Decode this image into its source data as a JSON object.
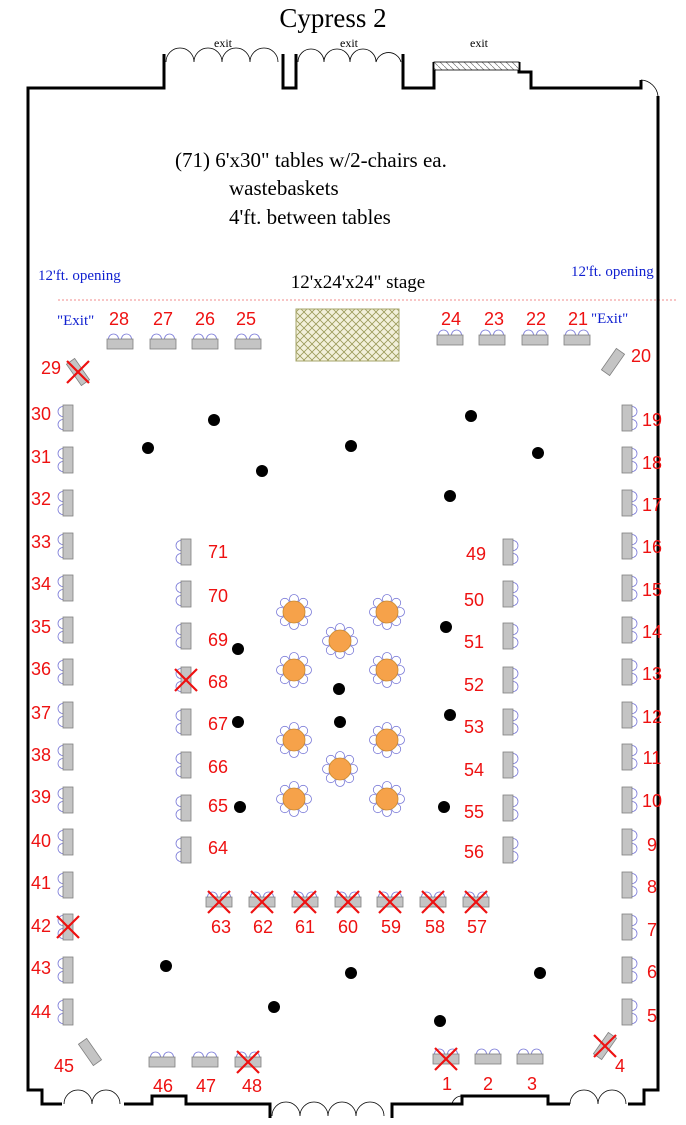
{
  "title": "Cypress 2",
  "notes": {
    "line1": "(71) 6'x30\" tables w/2-chairs ea.",
    "line2": "wastebaskets",
    "line3": "4'ft. between tables"
  },
  "stage_label": "12'x24'x24\" stage",
  "openings": {
    "left_label": "12'ft. opening",
    "right_label": "12'ft. opening",
    "left_exit": "\"Exit\"",
    "right_exit": "\"Exit\""
  },
  "exit_labels": [
    "exit",
    "exit",
    "exit"
  ],
  "colors": {
    "numbers": "#ee1111",
    "opening_text": "#1020d0",
    "table": "#c4c4c4",
    "round_table": "#f6a24a",
    "chair_outline": "#7a7ad8"
  },
  "tables": [
    {
      "n": "1",
      "removed": true
    },
    {
      "n": "2",
      "removed": false
    },
    {
      "n": "3",
      "removed": false
    },
    {
      "n": "4",
      "removed": true
    },
    {
      "n": "5",
      "removed": false
    },
    {
      "n": "6",
      "removed": false
    },
    {
      "n": "7",
      "removed": false
    },
    {
      "n": "8",
      "removed": false
    },
    {
      "n": "9",
      "removed": false
    },
    {
      "n": "10",
      "removed": false
    },
    {
      "n": "11",
      "removed": false
    },
    {
      "n": "12",
      "removed": false
    },
    {
      "n": "13",
      "removed": false
    },
    {
      "n": "14",
      "removed": false
    },
    {
      "n": "15",
      "removed": false
    },
    {
      "n": "16",
      "removed": false
    },
    {
      "n": "17",
      "removed": false
    },
    {
      "n": "18",
      "removed": false
    },
    {
      "n": "19",
      "removed": false
    },
    {
      "n": "20",
      "removed": false
    },
    {
      "n": "21",
      "removed": false
    },
    {
      "n": "22",
      "removed": false
    },
    {
      "n": "23",
      "removed": false
    },
    {
      "n": "24",
      "removed": false
    },
    {
      "n": "25",
      "removed": false
    },
    {
      "n": "26",
      "removed": false
    },
    {
      "n": "27",
      "removed": false
    },
    {
      "n": "28",
      "removed": false
    },
    {
      "n": "29",
      "removed": true
    },
    {
      "n": "30",
      "removed": false
    },
    {
      "n": "31",
      "removed": false
    },
    {
      "n": "32",
      "removed": false
    },
    {
      "n": "33",
      "removed": false
    },
    {
      "n": "34",
      "removed": false
    },
    {
      "n": "35",
      "removed": false
    },
    {
      "n": "36",
      "removed": false
    },
    {
      "n": "37",
      "removed": false
    },
    {
      "n": "38",
      "removed": false
    },
    {
      "n": "39",
      "removed": false
    },
    {
      "n": "40",
      "removed": false
    },
    {
      "n": "41",
      "removed": false
    },
    {
      "n": "42",
      "removed": true
    },
    {
      "n": "43",
      "removed": false
    },
    {
      "n": "44",
      "removed": false
    },
    {
      "n": "45",
      "removed": false
    },
    {
      "n": "46",
      "removed": false
    },
    {
      "n": "47",
      "removed": false
    },
    {
      "n": "48",
      "removed": true
    },
    {
      "n": "49",
      "removed": false
    },
    {
      "n": "50",
      "removed": false
    },
    {
      "n": "51",
      "removed": false
    },
    {
      "n": "52",
      "removed": false
    },
    {
      "n": "53",
      "removed": false
    },
    {
      "n": "54",
      "removed": false
    },
    {
      "n": "55",
      "removed": false
    },
    {
      "n": "56",
      "removed": false
    },
    {
      "n": "57",
      "removed": true
    },
    {
      "n": "58",
      "removed": true
    },
    {
      "n": "59",
      "removed": true
    },
    {
      "n": "60",
      "removed": true
    },
    {
      "n": "61",
      "removed": true
    },
    {
      "n": "62",
      "removed": true
    },
    {
      "n": "63",
      "removed": true
    },
    {
      "n": "64",
      "removed": false
    },
    {
      "n": "65",
      "removed": false
    },
    {
      "n": "66",
      "removed": false
    },
    {
      "n": "67",
      "removed": false
    },
    {
      "n": "68",
      "removed": true
    },
    {
      "n": "69",
      "removed": false
    },
    {
      "n": "70",
      "removed": false
    },
    {
      "n": "71",
      "removed": false
    }
  ]
}
